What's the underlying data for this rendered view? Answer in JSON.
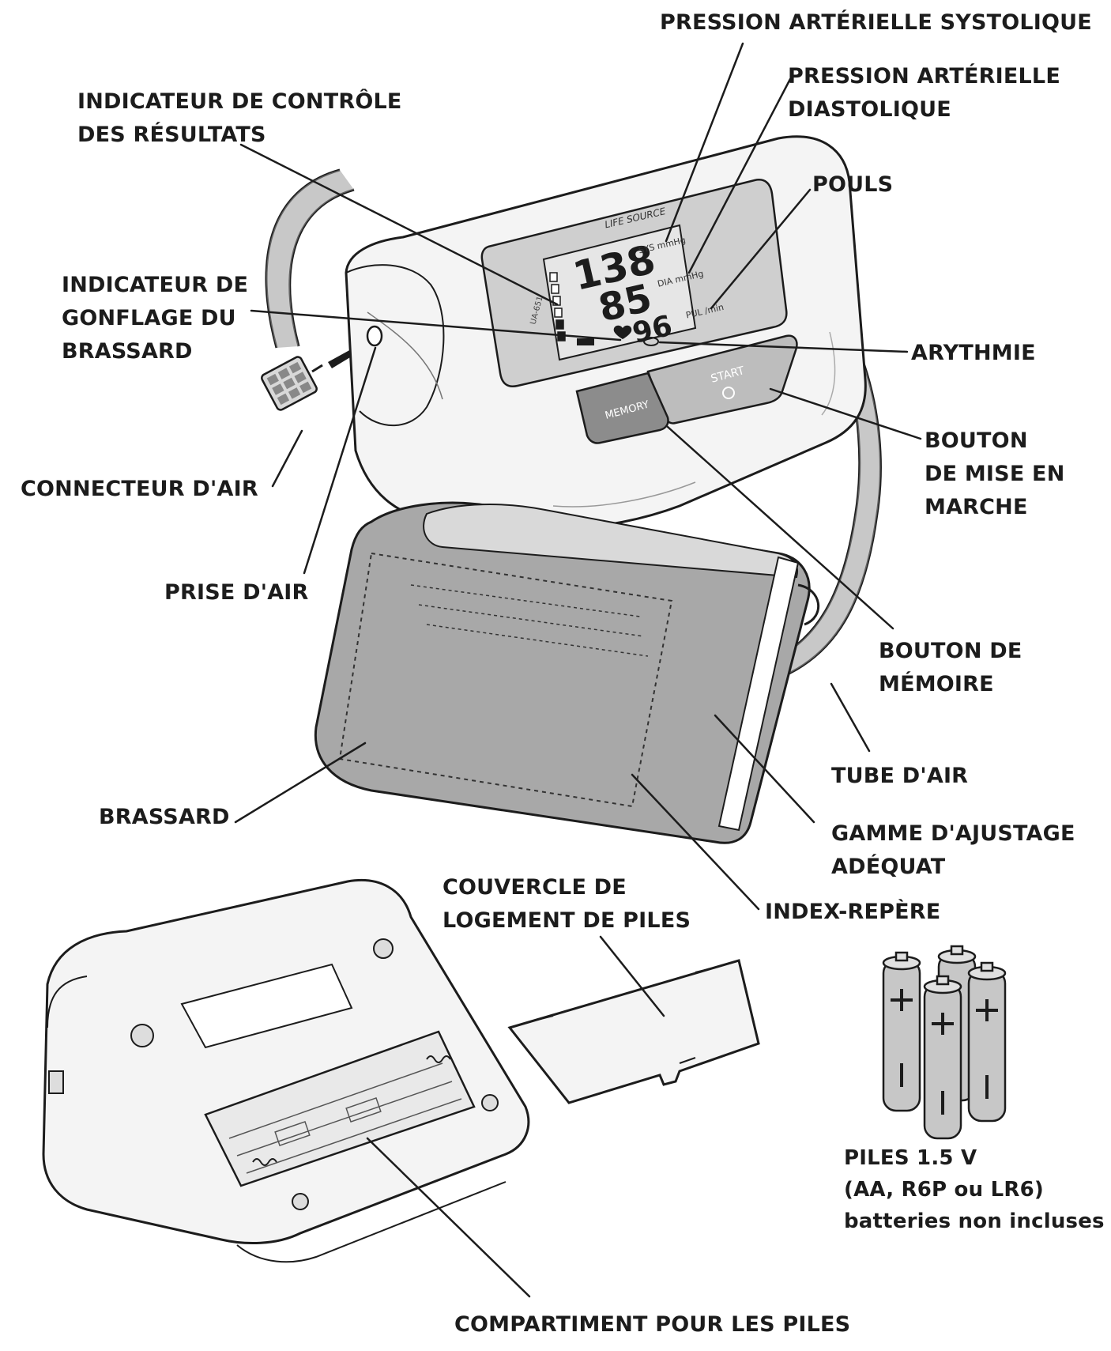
{
  "labels": {
    "systolic": [
      "PRESSION ARTÉRIELLE SYSTOLIQUE"
    ],
    "diastolic": [
      "PRESSION ARTÉRIELLE",
      "DIASTOLIQUE"
    ],
    "result_indicator": [
      "INDICATEUR DE CONTRÔLE",
      "DES RÉSULTATS"
    ],
    "pulse": [
      "POULS"
    ],
    "inflation_indicator": [
      "INDICATEUR DE",
      "GONFLAGE DU",
      "BRASSARD"
    ],
    "arrhythmia": [
      "ARYTHMIE"
    ],
    "power_button": [
      "BOUTON",
      "DE MISE EN",
      "MARCHE"
    ],
    "air_connector": [
      "CONNECTEUR D'AIR"
    ],
    "air_jack": [
      "PRISE D'AIR"
    ],
    "memory_button": [
      "BOUTON DE",
      "MÉMOIRE"
    ],
    "air_tube": [
      "TUBE D'AIR"
    ],
    "cuff": [
      "BRASSARD"
    ],
    "fit_range": [
      "GAMME D'AJUSTAGE",
      "ADÉQUAT"
    ],
    "battery_cover": [
      "COUVERCLE DE",
      "LOGEMENT DE PILES"
    ],
    "index_mark": [
      "INDEX-REPÈRE"
    ],
    "battery_compartment": [
      "COMPARTIMENT POUR LES PILES"
    ],
    "batteries_note": [
      "PILES 1.5 V",
      "(AA, R6P ou LR6)",
      "batteries non incluses"
    ]
  },
  "device": {
    "display": {
      "systolic_value": "138",
      "diastolic_value": "85",
      "pulse_value": "96",
      "sys_unit": "SYS mmHg",
      "dia_unit": "DIA mmHg",
      "pul_unit": "PUL /min",
      "brand": "LIFE SOURCE",
      "model": "UA-651"
    },
    "memory_button_label": "MEMORY",
    "start_button_label": "START"
  },
  "colors": {
    "ink": "#1c1c1c",
    "display_panel": "#cfcfcf",
    "cuff_fabric": "#a8a8a8",
    "button_gray": "#8c8c8c"
  }
}
